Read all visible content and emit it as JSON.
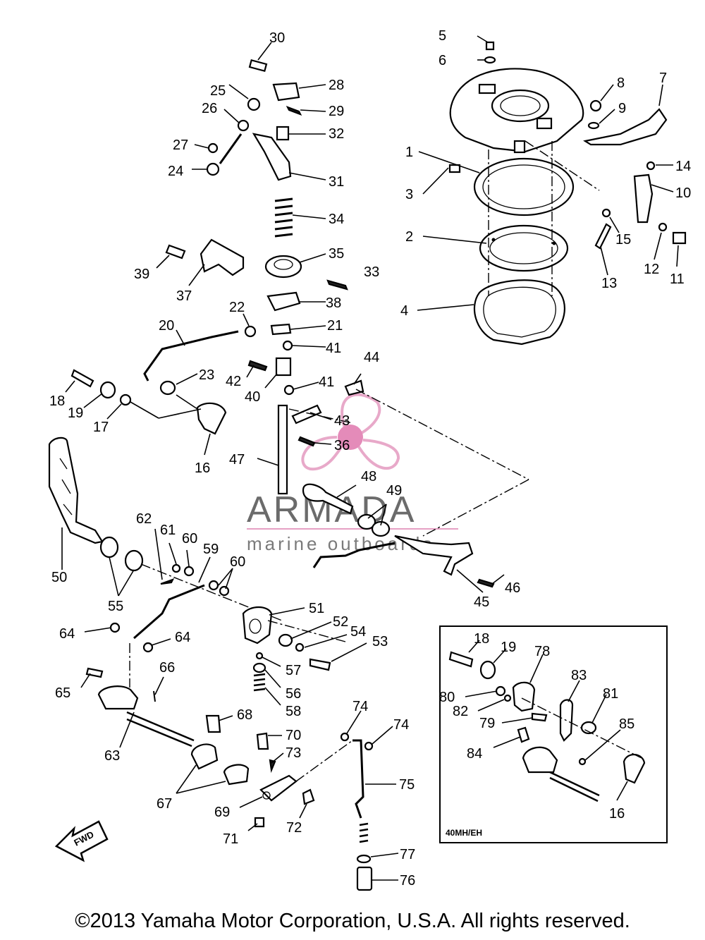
{
  "callouts": {
    "p1": "1",
    "p2": "2",
    "p3": "3",
    "p4": "4",
    "p5": "5",
    "p6": "6",
    "p7": "7",
    "p8": "8",
    "p9": "9",
    "p10": "10",
    "p11": "11",
    "p12": "12",
    "p13": "13",
    "p14": "14",
    "p15": "15",
    "p16": "16",
    "p17": "17",
    "p18": "18",
    "p19": "19",
    "p20": "20",
    "p21": "21",
    "p22": "22",
    "p23": "23",
    "p24": "24",
    "p25": "25",
    "p26": "26",
    "p27": "27",
    "p28": "28",
    "p29": "29",
    "p30": "30",
    "p31": "31",
    "p32": "32",
    "p33": "33",
    "p34": "34",
    "p35": "35",
    "p36": "36",
    "p37": "37",
    "p38": "38",
    "p39": "39",
    "p40": "40",
    "p41": "41",
    "p42": "42",
    "p43": "43",
    "p44": "44",
    "p45": "45",
    "p46": "46",
    "p47": "47",
    "p48": "48",
    "p49": "49",
    "p50": "50",
    "p51": "51",
    "p52": "52",
    "p53": "53",
    "p54": "54",
    "p55": "55",
    "p56": "56",
    "p57": "57",
    "p58": "58",
    "p59": "59",
    "p60": "60",
    "p61": "61",
    "p62": "62",
    "p63": "63",
    "p64": "64",
    "p65": "65",
    "p66": "66",
    "p67": "67",
    "p68": "68",
    "p69": "69",
    "p70": "70",
    "p71": "71",
    "p72": "72",
    "p73": "73",
    "p74": "74",
    "p75": "75",
    "p76": "76",
    "p77": "77",
    "p78": "78",
    "p79": "79",
    "p80": "80",
    "p81": "81",
    "p82": "82",
    "p83": "83",
    "p84": "84",
    "p85": "85"
  },
  "inset": {
    "label": "40MH/EH"
  },
  "direction_arrow": {
    "label": "FWD"
  },
  "watermark": {
    "brand": "ARMADA",
    "subtitle": "marine outboards",
    "logo_color": "#e6a0c4",
    "logo_center_color": "#e27fb2"
  },
  "footer": {
    "copyright": "©2013 Yamaha Motor Corporation, U.S.A. All rights reserved."
  }
}
